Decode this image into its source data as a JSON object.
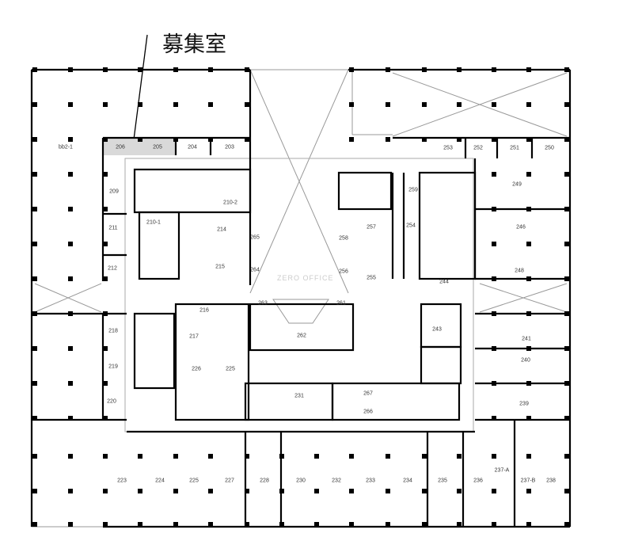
{
  "callout": {
    "label": "募集室",
    "highlighted_rooms": [
      "206",
      "205"
    ],
    "highlight_color": "#d9d9d9"
  },
  "watermark": "ZERO OFFICE",
  "rooms": [
    "bb2-1",
    "206",
    "205",
    "204",
    "203",
    "209",
    "211",
    "212",
    "210-1",
    "214",
    "215",
    "210-2",
    "265",
    "264",
    "257",
    "258",
    "256",
    "255",
    "259",
    "254",
    "244",
    "253",
    "252",
    "251",
    "250",
    "249",
    "246",
    "248",
    "263",
    "261",
    "262",
    "216",
    "217",
    "218",
    "219",
    "220",
    "226",
    "225",
    "243",
    "241",
    "240",
    "239",
    "231",
    "267",
    "266",
    "223",
    "224",
    "225",
    "227",
    "228",
    "230",
    "232",
    "233",
    "234",
    "235",
    "236",
    "237-A",
    "237-B",
    "238"
  ]
}
